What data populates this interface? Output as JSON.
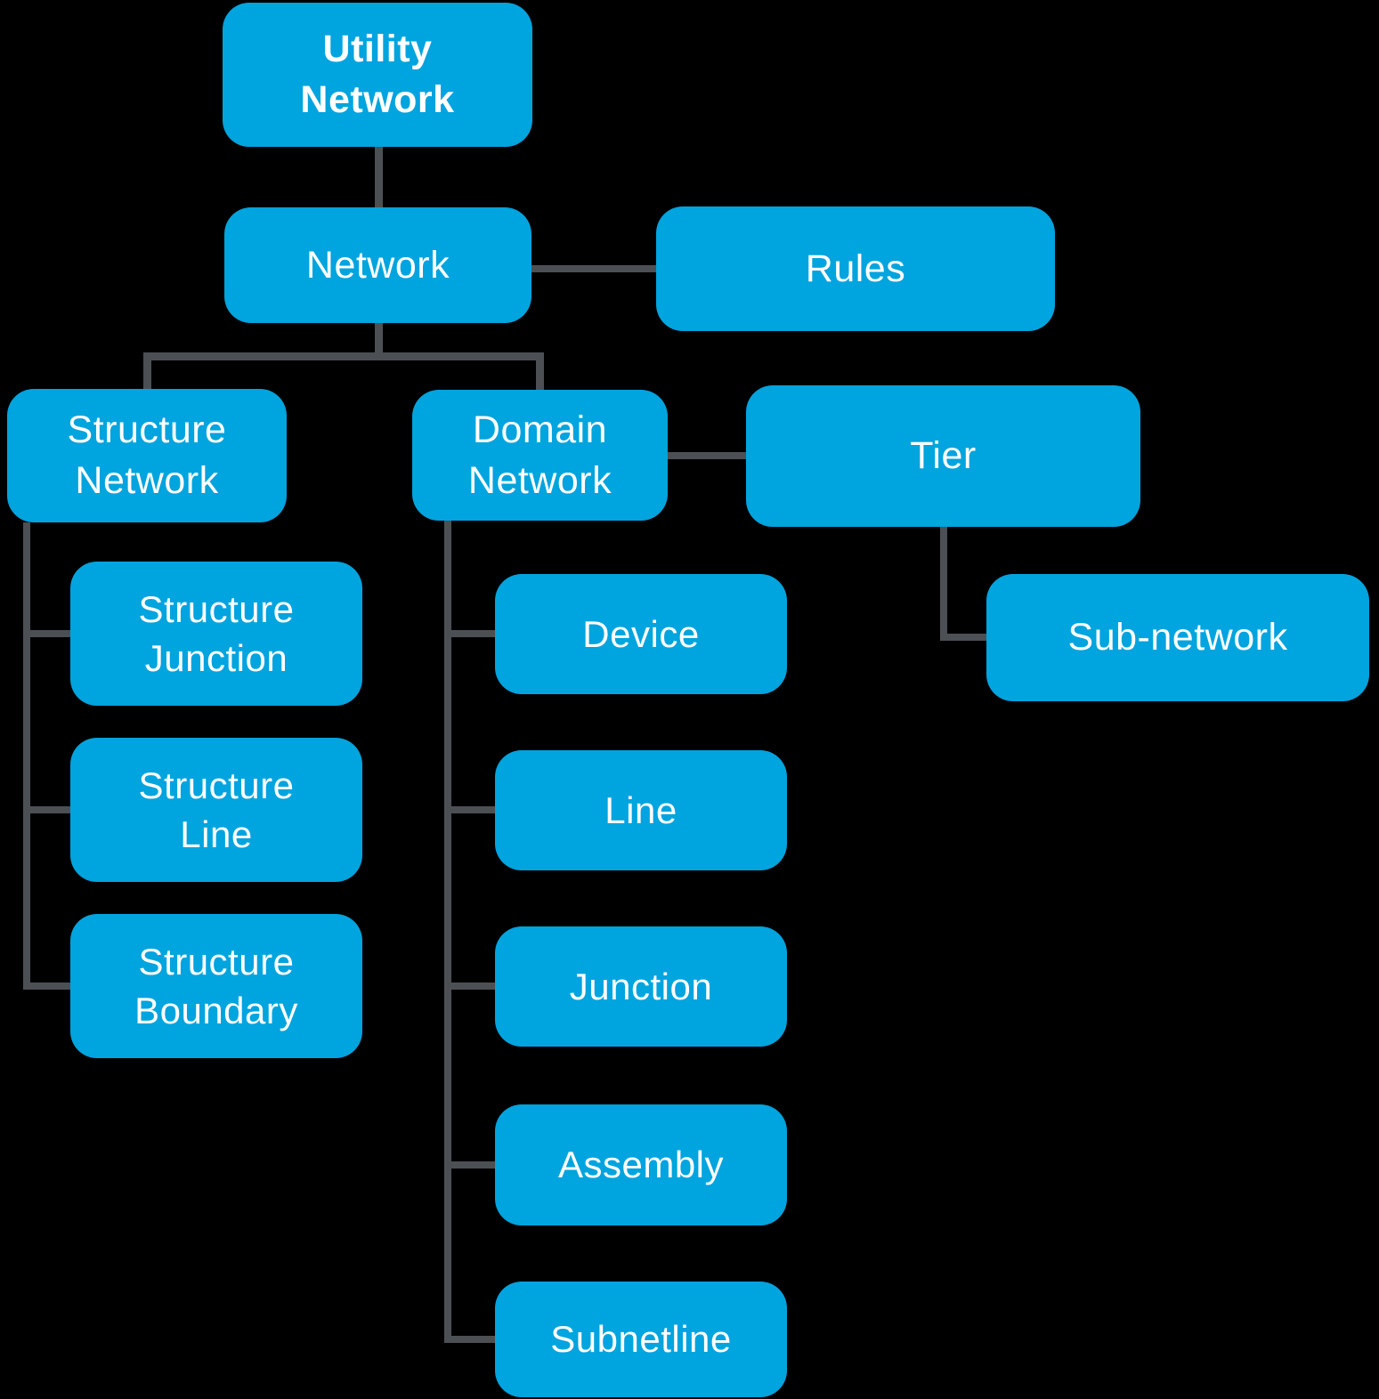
{
  "colors": {
    "background": "#000000",
    "box": "#00A4DE",
    "connector": "#4C5055",
    "text": "#FFFFFF"
  },
  "nodes": {
    "utility_network": {
      "label": "Utility\nNetwork"
    },
    "network": {
      "label": "Network"
    },
    "rules": {
      "label": "Rules"
    },
    "structure_network": {
      "label": "Structure\nNetwork"
    },
    "domain_network": {
      "label": "Domain\nNetwork"
    },
    "tier": {
      "label": "Tier"
    },
    "sub_network": {
      "label": "Sub-network"
    },
    "structure_junction": {
      "label": "Structure\nJunction"
    },
    "structure_line": {
      "label": "Structure\nLine"
    },
    "structure_boundary": {
      "label": "Structure\nBoundary"
    },
    "device": {
      "label": "Device"
    },
    "line": {
      "label": "Line"
    },
    "junction": {
      "label": "Junction"
    },
    "assembly": {
      "label": "Assembly"
    },
    "subnetline": {
      "label": "Subnetline"
    }
  },
  "edges": [
    {
      "from": "utility_network",
      "to": "network"
    },
    {
      "from": "network",
      "to": "rules"
    },
    {
      "from": "network",
      "to": "structure_network"
    },
    {
      "from": "network",
      "to": "domain_network"
    },
    {
      "from": "domain_network",
      "to": "tier"
    },
    {
      "from": "tier",
      "to": "sub_network"
    },
    {
      "from": "structure_network",
      "to": "structure_junction"
    },
    {
      "from": "structure_network",
      "to": "structure_line"
    },
    {
      "from": "structure_network",
      "to": "structure_boundary"
    },
    {
      "from": "domain_network",
      "to": "device"
    },
    {
      "from": "domain_network",
      "to": "line"
    },
    {
      "from": "domain_network",
      "to": "junction"
    },
    {
      "from": "domain_network",
      "to": "assembly"
    },
    {
      "from": "domain_network",
      "to": "subnetline"
    }
  ]
}
